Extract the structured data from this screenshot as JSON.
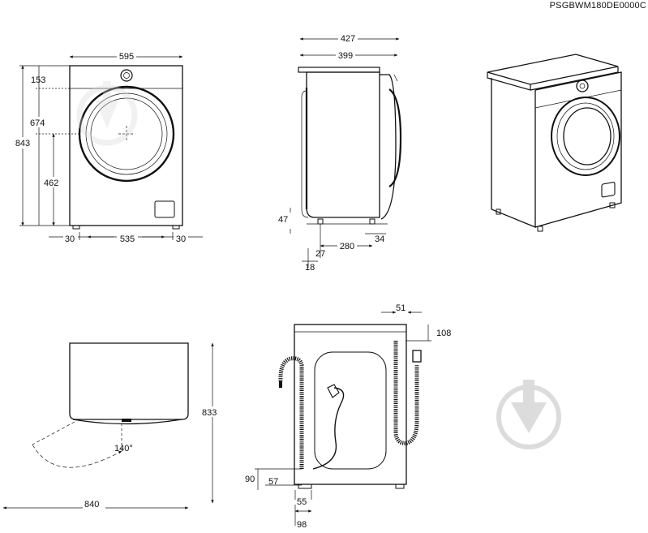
{
  "product_code": "PSGBWM180DE0000C",
  "front_view": {
    "width": "595",
    "height": "843",
    "top_to_door_top": "153",
    "door_center_height": "674",
    "door_bottom_height": "462",
    "foot_left": "30",
    "foot_span": "535",
    "foot_right": "30"
  },
  "side_view": {
    "depth_total": "427",
    "depth_body": "399",
    "foot_height": "47",
    "foot_inset": "34",
    "foot_span": "280",
    "front_offset": "27",
    "front_foot": "18"
  },
  "top_view": {
    "height": "833",
    "door_angle": "140°",
    "door_open_depth": "840"
  },
  "back_view": {
    "hose_offset": "51",
    "hose_top": "108",
    "inlet_height": "90",
    "inlet_offset": "57",
    "inlet_x": "55",
    "inlet_span": "98"
  },
  "watermark_icons": [
    "dropdown-arrow-icon",
    "dropdown-arrow-icon"
  ],
  "colors": {
    "line": "#111111",
    "watermark": "#d9d9d9",
    "background": "#ffffff"
  }
}
